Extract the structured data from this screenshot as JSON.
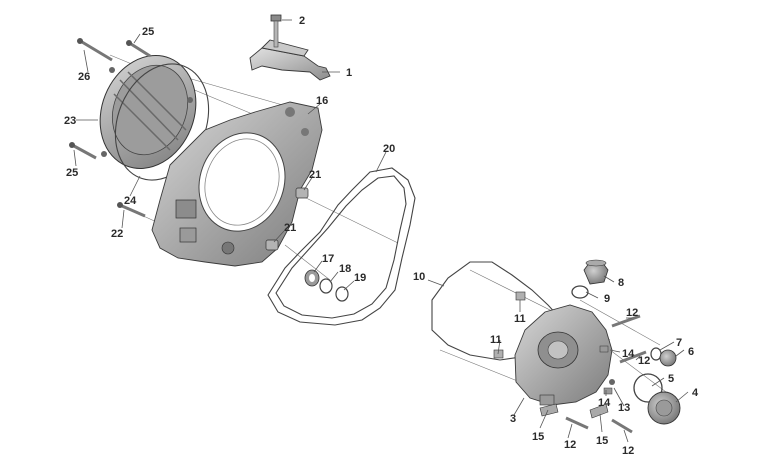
{
  "diagram": {
    "type": "exploded-parts-view",
    "callouts": [
      "1",
      "2",
      "3",
      "4",
      "5",
      "6",
      "7",
      "8",
      "9",
      "10",
      "11",
      "11",
      "12",
      "12",
      "12",
      "12",
      "13",
      "14",
      "14",
      "15",
      "15",
      "16",
      "17",
      "18",
      "19",
      "20",
      "21",
      "21",
      "22",
      "23",
      "24",
      "25",
      "25",
      "26"
    ]
  }
}
